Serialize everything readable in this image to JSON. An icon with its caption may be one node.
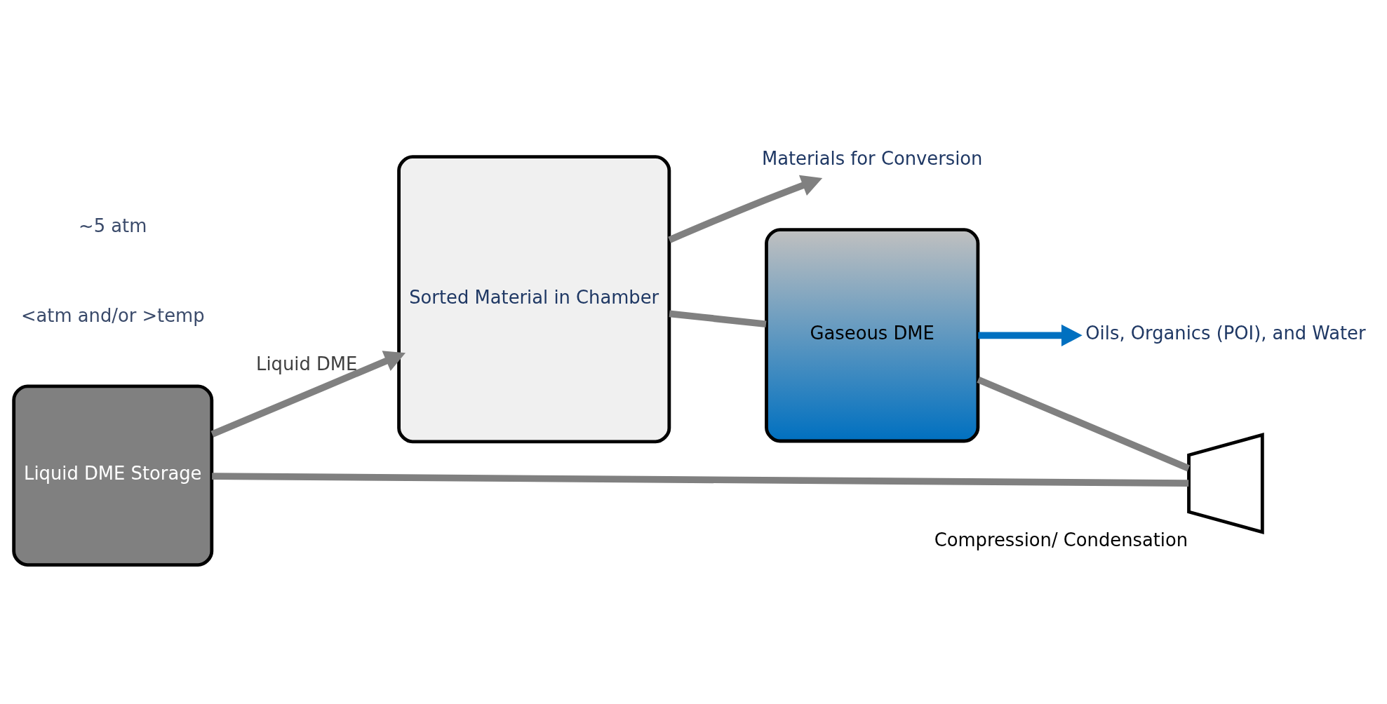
{
  "diagram": {
    "nodes": [
      {
        "text": [
          "Liquid DME Storage"
        ]
      },
      {
        "text": [
          "Sorted Material in Chamber"
        ]
      },
      {
        "text": [
          "Gaseous DME"
        ]
      },
      {
        "text": [],
        "shape": "trapezoid",
        "beside": [
          "Compression/ Condensation"
        ]
      },
      {
        "text": [
          "Oils, Organics (POI), and Water"
        ]
      },
      {
        "text": [
          "Materials for Conversion"
        ]
      }
    ],
    "edges": [
      {
        "from": 0,
        "to": 1,
        "arrow": "to",
        "label": "Liquid DME"
      },
      {
        "from": 1,
        "to": 2,
        "arrow": "none"
      },
      {
        "from": 2,
        "to": 3,
        "arrow": "none"
      },
      {
        "from": 3,
        "to": 0,
        "arrow": "none"
      },
      {
        "from": 2,
        "to": 4,
        "arrow": "to",
        "color": "#0070c0"
      },
      {
        "from": 1,
        "to": 5,
        "arrow": "to"
      }
    ],
    "labels": [
      "<atm and/or >temp",
      "~5 atm"
    ]
  }
}
